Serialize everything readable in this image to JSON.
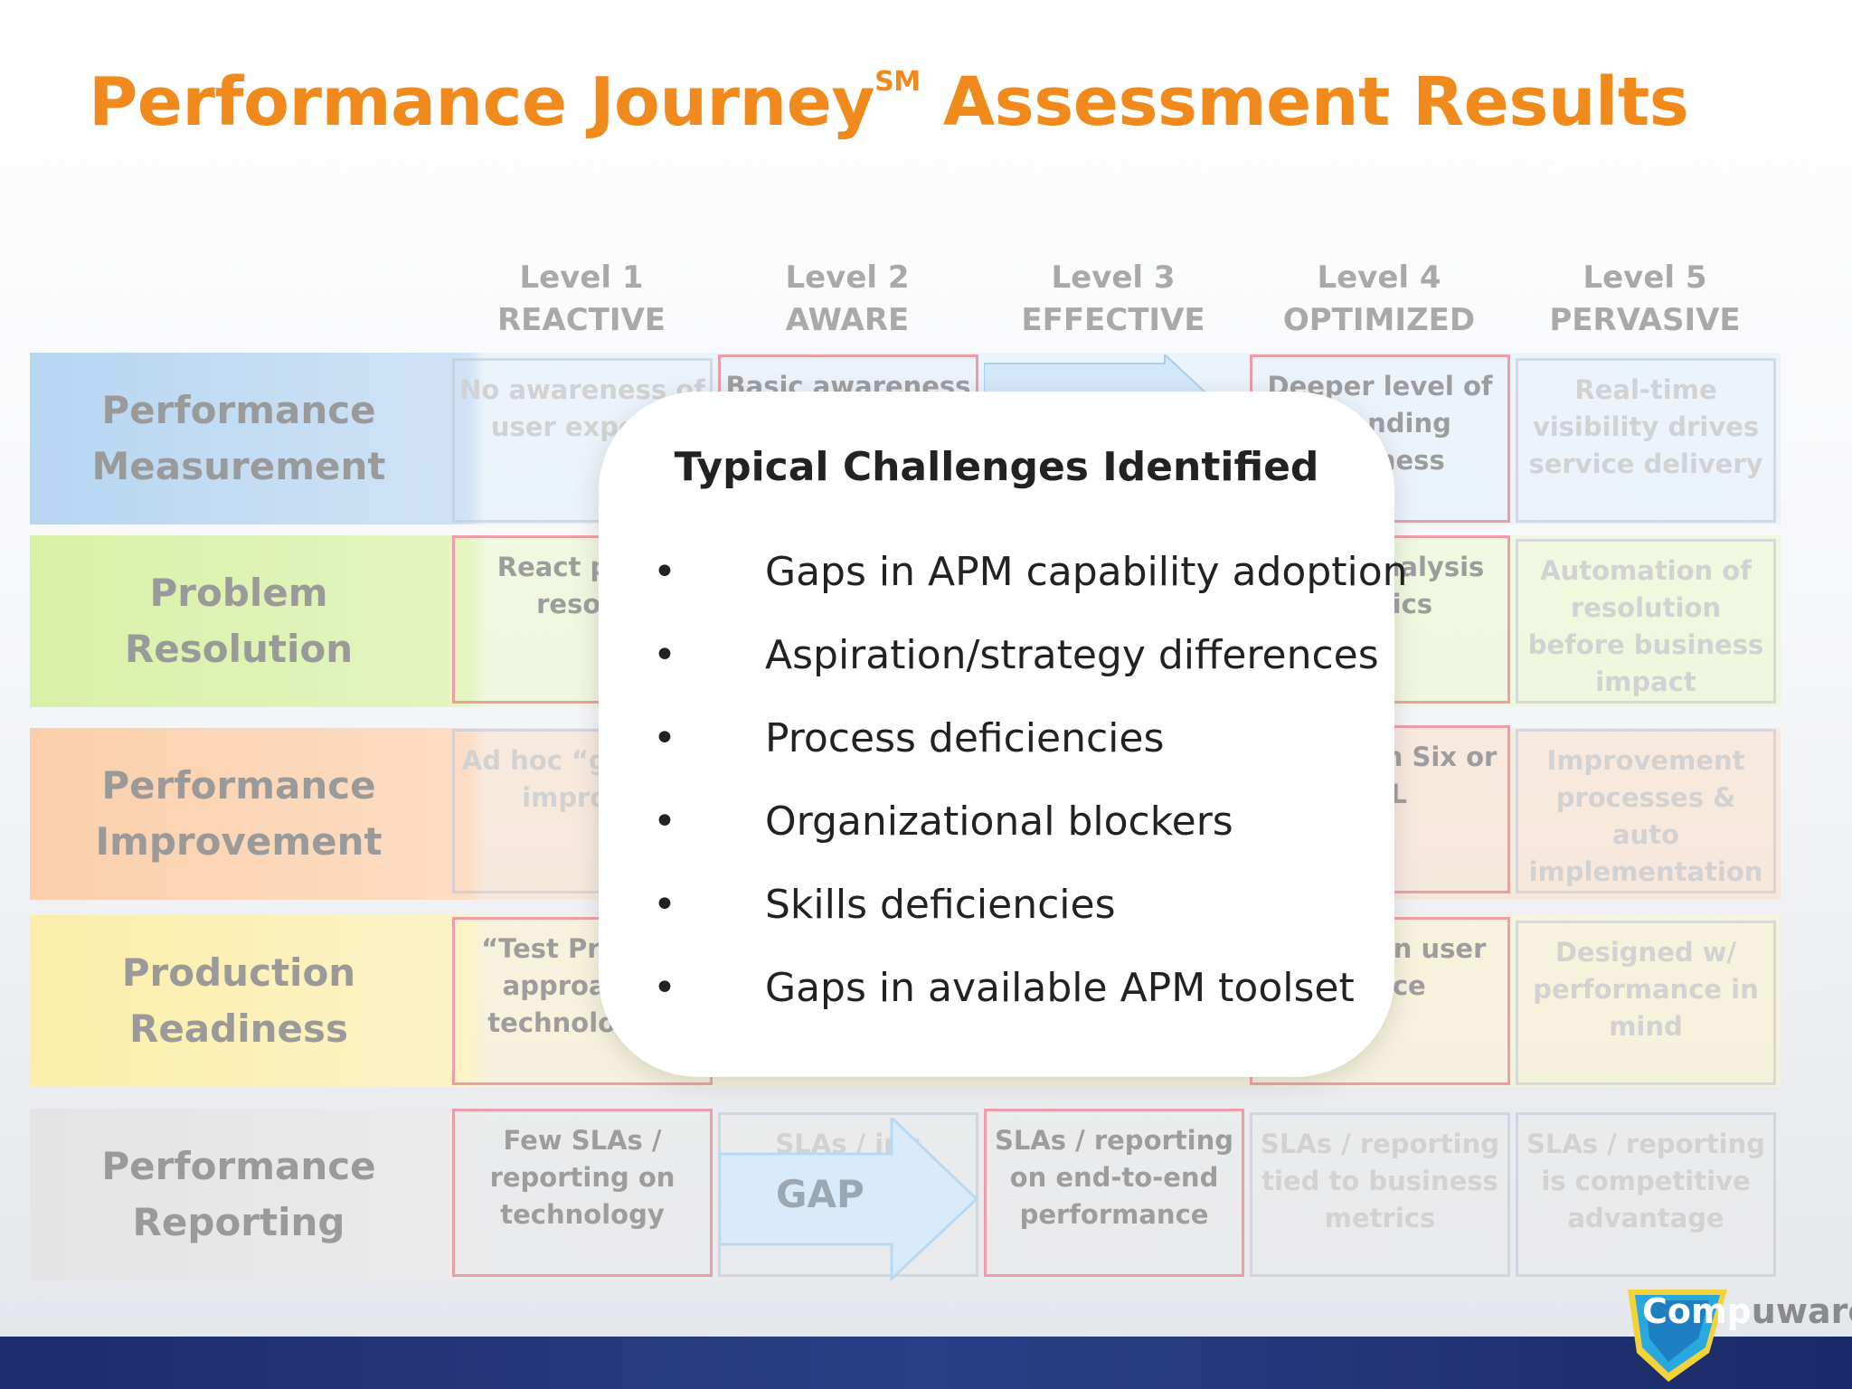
{
  "title": {
    "main": "Performance Journey",
    "mark": "SM",
    "rest": " Assessment Results"
  },
  "levels": [
    {
      "num": "Level 1",
      "name": "REACTIVE"
    },
    {
      "num": "Level 2",
      "name": "AWARE"
    },
    {
      "num": "Level 3",
      "name": "EFFECTIVE"
    },
    {
      "num": "Level 4",
      "name": "OPTIMIZED"
    },
    {
      "num": "Level 5",
      "name": "PERVASIVE"
    }
  ],
  "rows": [
    {
      "label": "Performance Measurement",
      "color": "#bcd8f0",
      "c1": "No awareness of user experic",
      "c2": "Basic awareness",
      "c4": "Deeper level of rstanding business",
      "c5": "Real-time visibility drives service delivery"
    },
    {
      "label": "Problem Resolution",
      "color": "#dff2b8",
      "c1": "React probl resolu",
      "c4": "tion of nalysis nostics",
      "c5": "Automation of resolution before business impact"
    },
    {
      "label": "Performance Improvement",
      "color": "#fbd5b4",
      "c1": "Ad hoc “g appro improve",
      "c4": "ement on Six or ITIL",
      "c5": "Improvement processes & auto implementation"
    },
    {
      "label": "Production Readiness",
      "color": "#fbf0b8",
      "c1": "“Test Product approach t technologies",
      "c4": "esting on user rience",
      "c5": "Designed w/ performance in mind"
    },
    {
      "label": "Performance Reporting",
      "color": "#e6e6e6",
      "c1": "Few SLAs / reporting on technology",
      "c2": "SLAs / ing",
      "c3": "SLAs / reporting on end-to-end performance",
      "c4": "SLAs / reporting tied to business metrics",
      "c5": "SLAs / reporting is competitive advantage"
    }
  ],
  "gap_label": "GAP",
  "popup": {
    "title": "Typical Challenges Identified",
    "bullet": "•",
    "items": [
      "Gaps in APM capability adoption",
      "Aspiration/strategy differences",
      "Process deficiencies",
      "Organizational blockers",
      "Skills deficiencies",
      "Gaps in available APM toolset"
    ]
  },
  "logo": {
    "first": "Comp",
    "rest": "uware"
  }
}
